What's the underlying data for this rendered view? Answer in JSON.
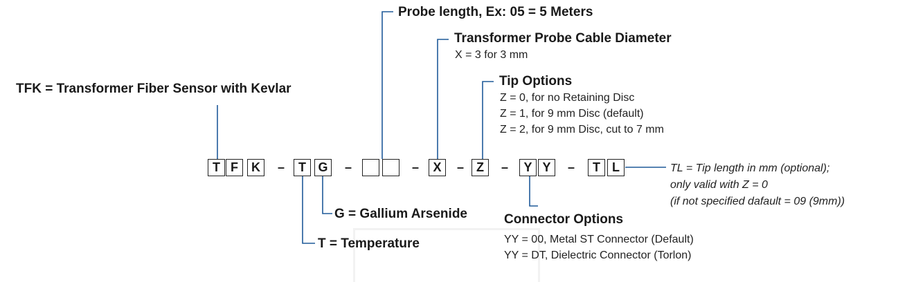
{
  "colors": {
    "line": "#1f5a99",
    "text": "#1a1a1a"
  },
  "labels": {
    "tfk": "TFK = Transformer Fiber Sensor with Kevlar",
    "probe_length": "Probe length, Ex: 05 = 5 Meters",
    "cable_title": "Transformer Probe Cable Diameter",
    "cable_line1": "X = 3 for 3 mm",
    "tip_title": "Tip Options",
    "tip_line1": "Z = 0, for no Retaining Disc",
    "tip_line2": "Z = 1, for 9 mm Disc (default)",
    "tip_line3": "Z = 2, for 9 mm Disc, cut to 7 mm",
    "tl_line1": "TL = Tip length in mm (optional);",
    "tl_line2": "only valid with Z = 0",
    "tl_line3": "(if not specified dafault = 09 (9mm))",
    "gallium": "G = Gallium Arsenide",
    "temperature": "T = Temperature",
    "connector_title": "Connector Options",
    "connector_line1": "YY = 00, Metal ST Connector (Default)",
    "connector_line2": "YY = DT, Dielectric Connector (Torlon)"
  },
  "code": {
    "c1": "T",
    "c2": "F",
    "c3": "K",
    "c4": "T",
    "c5": "G",
    "c6": "",
    "c7": "",
    "c8": "X",
    "c9": "Z",
    "c10": "Y",
    "c11": "Y",
    "c12": "T",
    "c13": "L",
    "separator": "–"
  }
}
